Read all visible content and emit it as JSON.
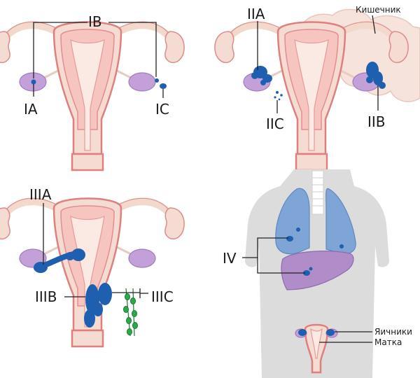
{
  "labels": {
    "ia": "IA",
    "ib": "IB",
    "ic": "IC",
    "iia": "IIA",
    "iib": "IIB",
    "iic": "IIC",
    "bowel": "Кишечник",
    "iiia": "IIIA",
    "iiib": "IIIB",
    "iiic": "IIIC",
    "iv": "IV",
    "ovaries": "Яичники",
    "uterus": "Матка"
  },
  "colors": {
    "tumor": "#1f5fb0",
    "ovary": "#c4a0d8",
    "uterus": "#f4dcd2",
    "lung": "#7ea5d6",
    "liver": "#b08cc9",
    "lymph_node": "#2aa84a",
    "body": "#dcdcdc"
  }
}
